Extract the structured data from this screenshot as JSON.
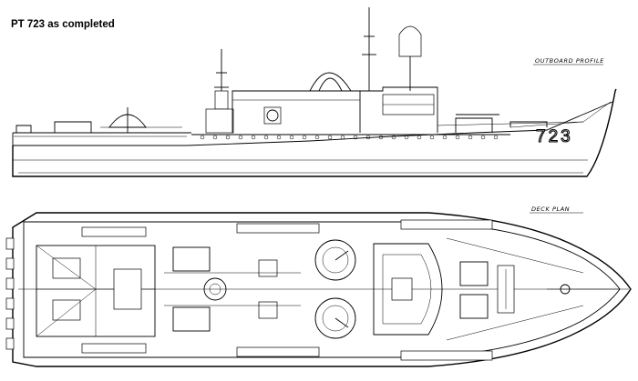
{
  "title": "PT 723 as completed",
  "labels": {
    "outboard_profile": "OUTBOARD PROFILE",
    "deck_plan": "DECK PLAN"
  },
  "hull_number": "723"
}
